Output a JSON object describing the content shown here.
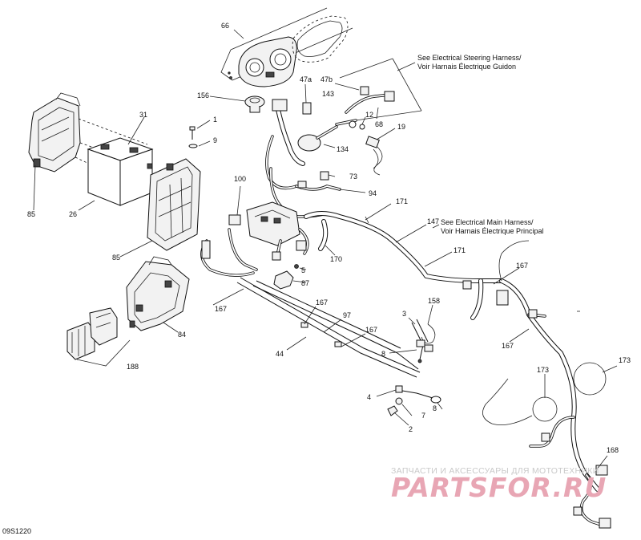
{
  "diagram": {
    "code": "09S1220",
    "notes": [
      {
        "id": "steering",
        "lines": [
          "See Electrical Steering Harness/",
          "Voir Harnais Électrique Guidon"
        ]
      },
      {
        "id": "main",
        "lines": [
          "See Electrical Main Harness/",
          "Voir Harnais Électrique Principal"
        ]
      }
    ],
    "callouts": [
      "66",
      "47a",
      "47b",
      "156",
      "143",
      "12",
      "68",
      "19",
      "134",
      "1",
      "9",
      "31",
      "73",
      "85",
      "26",
      "94",
      "100",
      "171",
      "147",
      "171",
      "167",
      "85",
      "5",
      "87",
      "84",
      "170",
      "167",
      "167",
      "158",
      "3",
      "97",
      "167",
      "44",
      "8",
      "167",
      "173",
      "173",
      "188",
      "4",
      "8",
      "7",
      "2",
      "168"
    ]
  },
  "watermark": {
    "tagline": "ЗАПЧАСТИ И АКСЕССУАРЫ ДЛЯ МОТОТЕХНИКИ",
    "logo": "PARTSFOR.RU"
  }
}
